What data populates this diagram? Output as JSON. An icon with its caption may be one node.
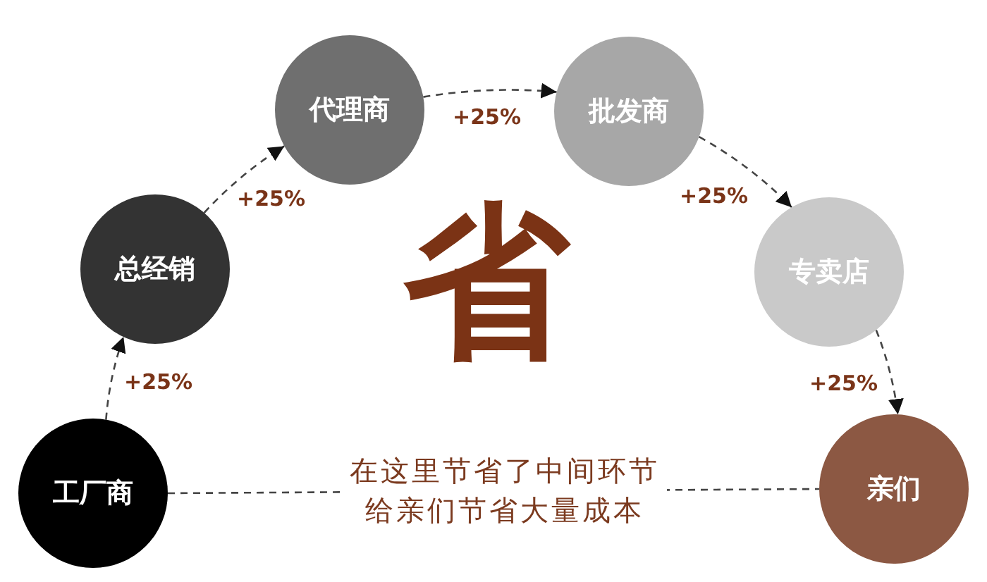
{
  "diagram": {
    "nodes": [
      {
        "text": [
          "工厂商"
        ]
      },
      {
        "text": [
          "总经销"
        ]
      },
      {
        "text": [
          "代理商"
        ]
      },
      {
        "text": [
          "批发商"
        ]
      },
      {
        "text": [
          "专卖店"
        ]
      },
      {
        "text": [
          "亲们"
        ]
      }
    ],
    "edges": [
      {
        "from": 0,
        "to": 1,
        "arrow": "to",
        "label": "+25%",
        "style": "dashed"
      },
      {
        "from": 1,
        "to": 2,
        "arrow": "to",
        "label": "+25%",
        "style": "dashed"
      },
      {
        "from": 2,
        "to": 3,
        "arrow": "to",
        "label": "+25%",
        "style": "dashed"
      },
      {
        "from": 3,
        "to": 4,
        "arrow": "to",
        "label": "+25%",
        "style": "dashed"
      },
      {
        "from": 4,
        "to": 5,
        "arrow": "to",
        "label": "+25%",
        "style": "dashed"
      },
      {
        "from": 0,
        "to": 5,
        "arrow": "none",
        "label": "在这里节省了中间环节给亲们节省大量成本",
        "style": "dashed"
      }
    ],
    "labels": [
      "省"
    ]
  }
}
